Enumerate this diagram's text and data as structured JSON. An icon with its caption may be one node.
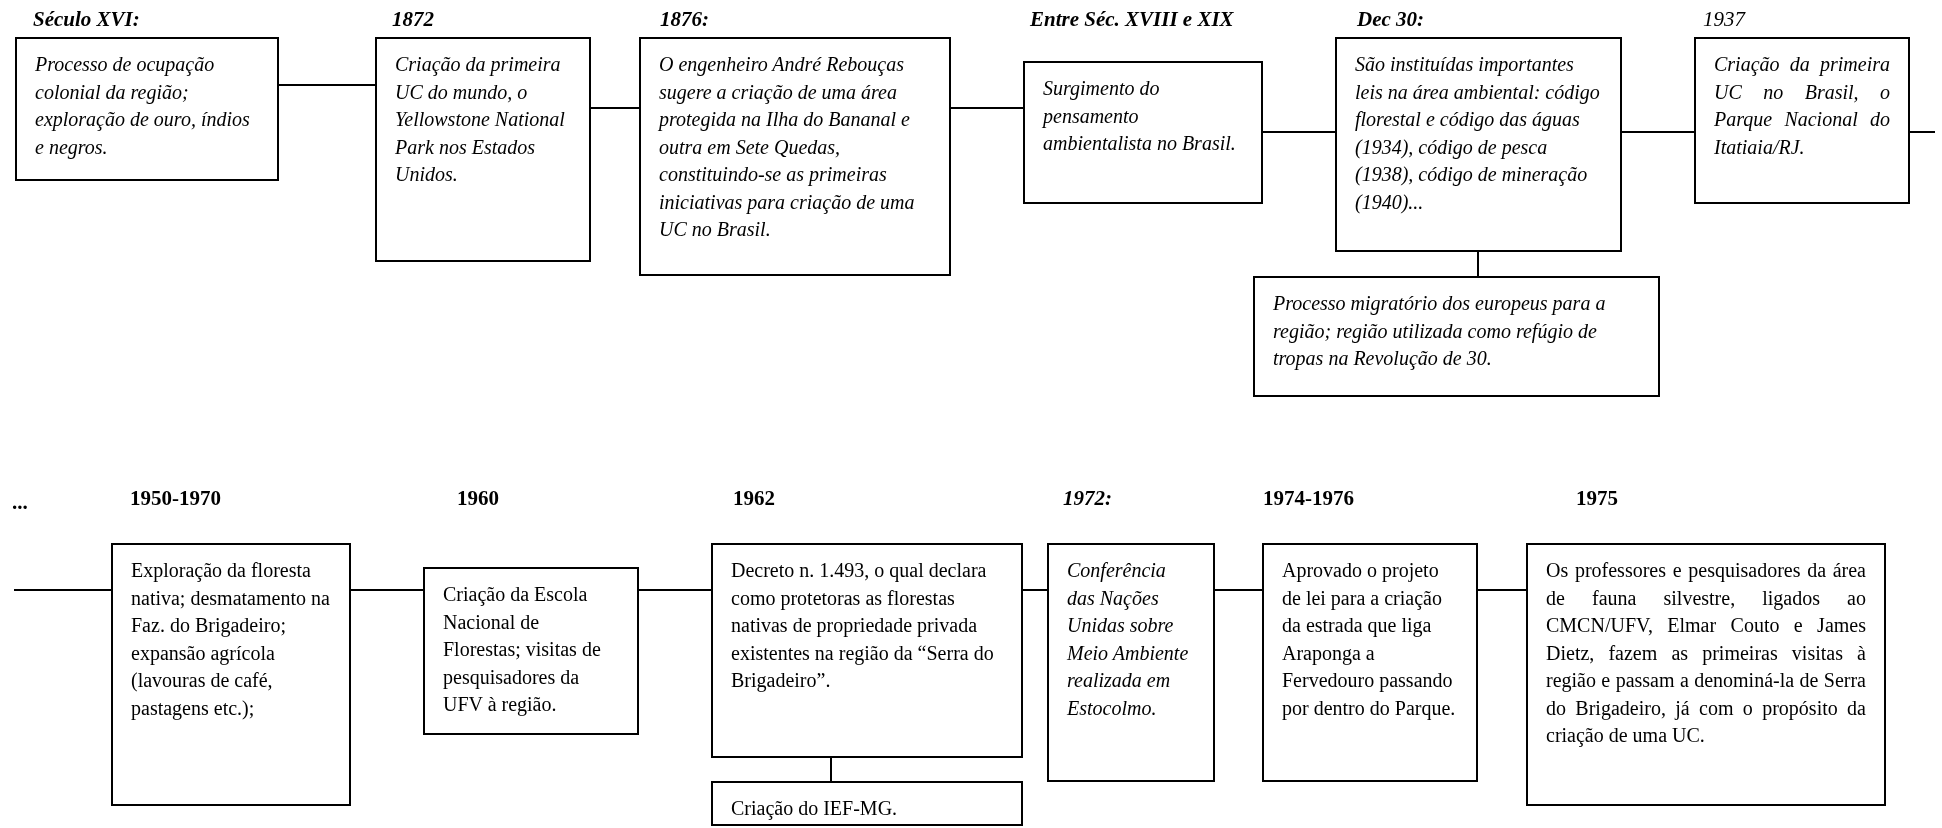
{
  "diagram": {
    "nodes": [
      {
        "text": [
          "Século XVI:",
          "Processo de ocupação colonial da região; exploração de ouro, índios e negros."
        ]
      },
      {
        "text": [
          "1872",
          "Criação da primeira UC do mundo, o Yellowstone National Park nos Estados Unidos."
        ]
      },
      {
        "text": [
          "1876:",
          "O engenheiro André Rebouças sugere a criação de uma área protegida na Ilha do Bananal e outra em Sete Quedas, constituindo-se as primeiras iniciativas para criação de uma UC no Brasil."
        ]
      },
      {
        "text": [
          "Entre Séc. XVIII e XIX",
          "Surgimento do pensamento ambientalista no Brasil."
        ]
      },
      {
        "text": [
          "Dec 30:",
          "São instituídas importantes leis na área ambiental: código florestal e código das águas (1934), código de pesca (1938), código de mineração (1940)..."
        ]
      },
      {
        "text": [
          "Processo migratório dos europeus para a região; região utilizada como refúgio de tropas na Revolução de 30."
        ]
      },
      {
        "text": [
          "1937",
          "Criação da primeira UC no Brasil, o Parque Nacional do Itatiaia/RJ."
        ]
      },
      {
        "text": [
          "1950-1970",
          "Exploração da floresta nativa; desmatamento na Faz. do Brigadeiro; expansão agrícola (lavouras de café, pastagens etc.);"
        ]
      },
      {
        "text": [
          "1960",
          "Criação da Escola Nacional de Florestas; visitas de pesquisadores da UFV à região."
        ]
      },
      {
        "text": [
          "1962",
          "Decreto n. 1.493, o qual declara como protetoras as florestas nativas de propriedade privada existentes na região da “Serra do Brigadeiro”."
        ]
      },
      {
        "text": [
          "Criação do IEF-MG."
        ]
      },
      {
        "text": [
          "1972:",
          "Conferência das Nações Unidas sobre Meio Ambiente realizada em Estocolmo."
        ]
      },
      {
        "text": [
          "1974-1976",
          "Aprovado o projeto de lei para a criação da estrada que liga Araponga a Fervedouro passando por dentro do Parque."
        ]
      },
      {
        "text": [
          "1975",
          "Os professores e pesquisadores da área de fauna silvestre, ligados ao CMCN/UFV, Elmar Couto e James Dietz, fazem as primeiras visitas à região e passam a denominá-la de Serra do Brigadeiro, já com o propósito da criação de uma UC."
        ]
      }
    ],
    "edges": [
      {
        "from": 0,
        "to": 1,
        "arrow": "none"
      },
      {
        "from": 1,
        "to": 2,
        "arrow": "none"
      },
      {
        "from": 2,
        "to": 3,
        "arrow": "none"
      },
      {
        "from": 3,
        "to": 4,
        "arrow": "none"
      },
      {
        "from": 4,
        "to": 5,
        "arrow": "none"
      },
      {
        "from": 4,
        "to": 6,
        "arrow": "none"
      },
      {
        "from": 6,
        "to": null,
        "arrow": "none"
      },
      {
        "from": null,
        "to": 7,
        "arrow": "none"
      },
      {
        "from": 7,
        "to": 8,
        "arrow": "none"
      },
      {
        "from": 8,
        "to": 9,
        "arrow": "none"
      },
      {
        "from": 9,
        "to": 10,
        "arrow": "none"
      },
      {
        "from": 9,
        "to": 11,
        "arrow": "none"
      },
      {
        "from": 11,
        "to": 12,
        "arrow": "none"
      },
      {
        "from": 12,
        "to": 13,
        "arrow": "none"
      }
    ],
    "labels": [
      "..."
    ]
  }
}
